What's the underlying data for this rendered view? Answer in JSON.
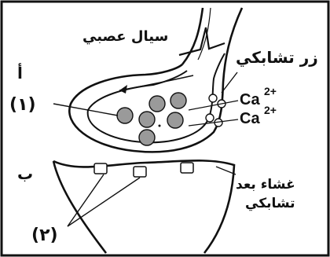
{
  "labels": {
    "nerve_impulse": "سيال عصبي",
    "synaptic_knob": "زر تشابكي",
    "part_a": "أ",
    "part_b": "ب",
    "item_1": "(١)",
    "item_2": "(٢)",
    "calcium_1": "Ca",
    "calcium_1_charge": "2+",
    "calcium_2": "Ca",
    "calcium_2_charge": "2+",
    "postsynaptic_line1": "غشاء بعد",
    "postsynaptic_line2": "تشابكي"
  }
}
